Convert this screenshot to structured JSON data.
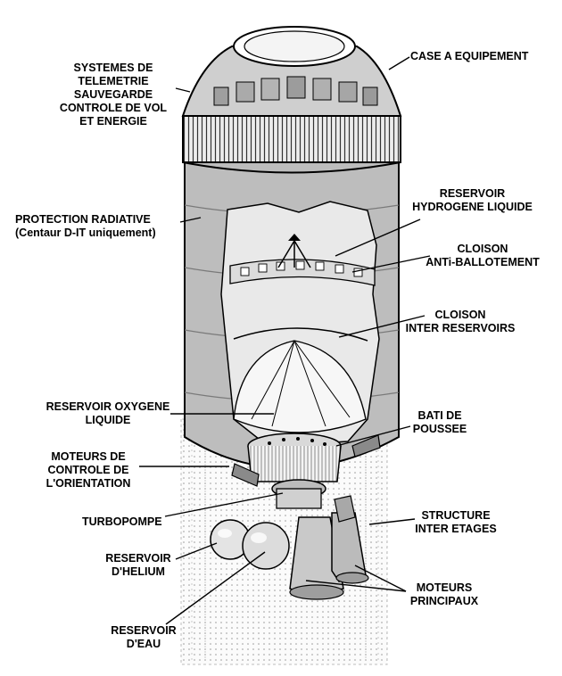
{
  "diagram": {
    "labels": {
      "case_equipement": "CASE A EQUIPEMENT",
      "systemes": [
        "SYSTEMES DE",
        "TELEMETRIE",
        "SAUVEGARDE",
        "CONTROLE DE VOL",
        "ET ENERGIE"
      ],
      "reservoir_hydrogene": [
        "RESERVOIR",
        "HYDROGENE LIQUIDE"
      ],
      "protection_radiative": [
        "PROTECTION RADIATIVE",
        "(Centaur D-IT uniquement)"
      ],
      "cloison_anti": [
        "CLOISON",
        "ANTi-BALLOTEMENT"
      ],
      "cloison_inter": [
        "CLOISON",
        "INTER RESERVOIRS"
      ],
      "reservoir_oxygene": [
        "RESERVOIR OXYGENE",
        "LIQUIDE"
      ],
      "bati_poussee": [
        "BATI DE",
        "POUSSEE"
      ],
      "moteurs_controle": [
        "MOTEURS DE",
        "CONTROLE DE",
        "L'ORIENTATION"
      ],
      "turbopompe": "TURBOPOMPE",
      "structure_inter": [
        "STRUCTURE",
        "INTER ETAGES"
      ],
      "reservoir_helium": [
        "RESERVOIR",
        "D'HELIUM"
      ],
      "moteurs_principaux": [
        "MOTEURS",
        "PRINCIPAUX"
      ],
      "reservoir_eau": [
        "RESERVOIR",
        "D'EAU"
      ]
    }
  }
}
